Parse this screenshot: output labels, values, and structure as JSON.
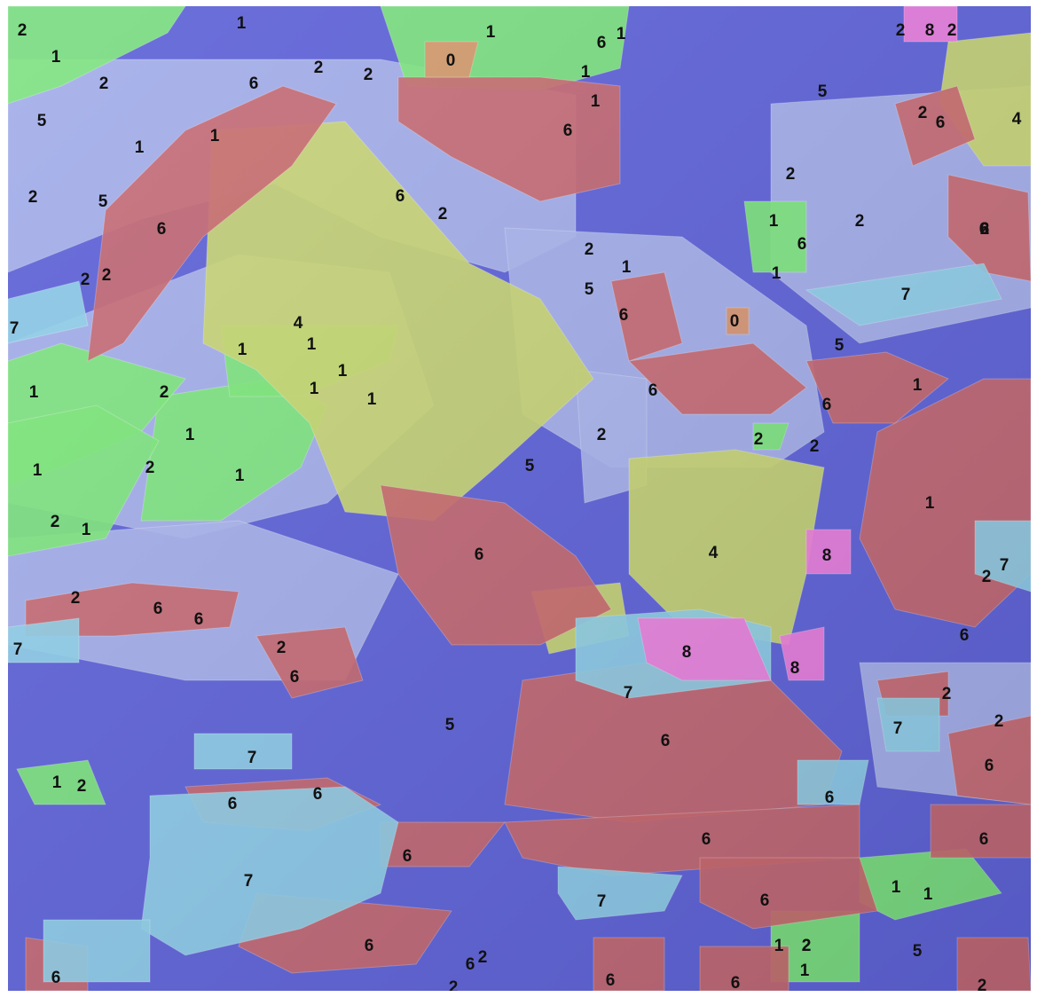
{
  "map": {
    "legend_classes": {
      "0": {
        "color": "#d9956c",
        "name": ""
      },
      "1": {
        "color": "#7de67b",
        "name": ""
      },
      "2": {
        "color": "#a9b4ec",
        "name": ""
      },
      "4": {
        "color": "#c9d671",
        "name": ""
      },
      "5": {
        "color": "#5f63d8",
        "name": ""
      },
      "6": {
        "color": "#c8686f",
        "name": ""
      },
      "7": {
        "color": "#8fcfe8",
        "name": ""
      },
      "8": {
        "color": "#ef7fde",
        "name": ""
      }
    },
    "labels": [
      "2",
      "1",
      "0",
      "1",
      "6",
      "1",
      "2",
      "8",
      "2",
      "1",
      "2",
      "6",
      "2",
      "2",
      "1",
      "1",
      "5",
      "1",
      "5",
      "6",
      "2",
      "4",
      "1",
      "6",
      "2",
      "1",
      "2",
      "5",
      "6",
      "2",
      "2",
      "2",
      "1",
      "6",
      "2",
      "6",
      "2",
      "2",
      "5",
      "1",
      "7",
      "7",
      "6",
      "0",
      "4",
      "1",
      "1",
      "5",
      "1",
      "1",
      "1",
      "1",
      "2",
      "1",
      "6",
      "6",
      "6",
      "2",
      "2",
      "5",
      "1",
      "2",
      "1",
      "1",
      "1",
      "2",
      "6",
      "2",
      "1",
      "4",
      "8",
      "2",
      "7",
      "2",
      "6",
      "6",
      "6",
      "7",
      "2",
      "8",
      "8",
      "6",
      "7",
      "2",
      "5",
      "7",
      "2",
      "6",
      "6",
      "1",
      "2",
      "7",
      "6",
      "6",
      "6",
      "7",
      "6",
      "6",
      "6",
      "7",
      "1",
      "1",
      "6",
      "6",
      "6",
      "2",
      "6",
      "2",
      "1",
      "2",
      "5",
      "1",
      "6",
      "2",
      "6",
      "6",
      "2"
    ]
  }
}
